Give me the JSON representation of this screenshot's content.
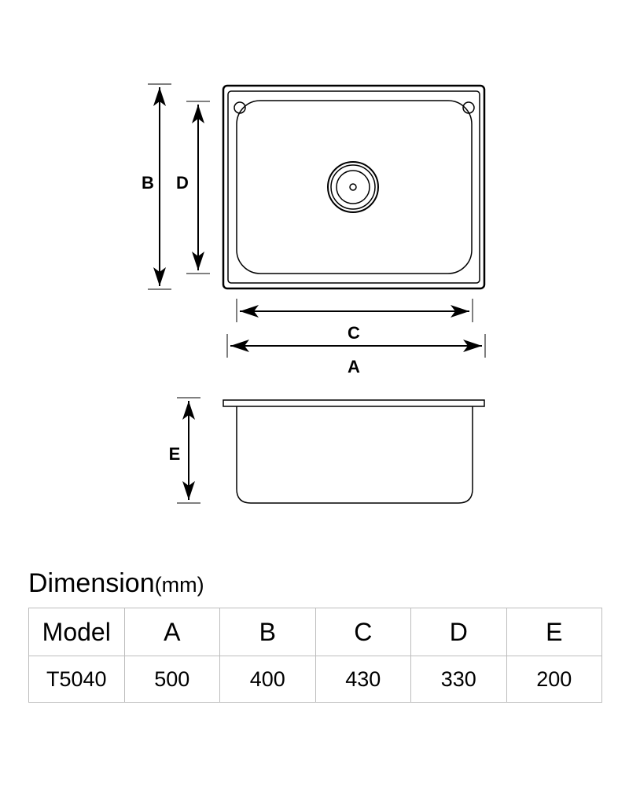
{
  "diagram": {
    "labels": {
      "a": "A",
      "b": "B",
      "c": "C",
      "d": "D",
      "e": "E"
    }
  },
  "dimension_table": {
    "heading": "Dimension",
    "unit": "(mm)",
    "columns": [
      "Model",
      "A",
      "B",
      "C",
      "D",
      "E"
    ],
    "rows": [
      [
        "T5040",
        "500",
        "400",
        "430",
        "330",
        "200"
      ]
    ]
  }
}
